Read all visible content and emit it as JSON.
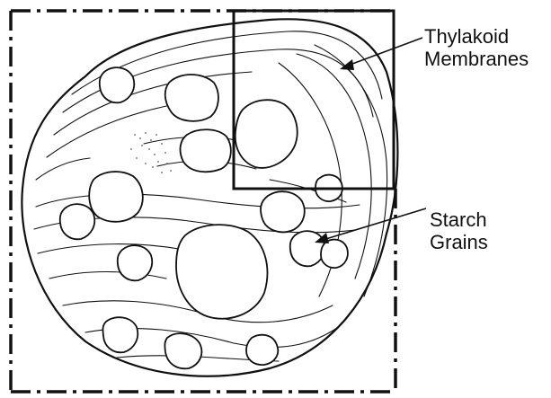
{
  "figure": {
    "labels": {
      "thylakoid": {
        "line1": "Thylakoid",
        "line2": "Membranes"
      },
      "starch": {
        "line1": "Starch",
        "line2": "Grains"
      }
    },
    "colors": {
      "ink": "#111111",
      "background": "#ffffff"
    }
  }
}
